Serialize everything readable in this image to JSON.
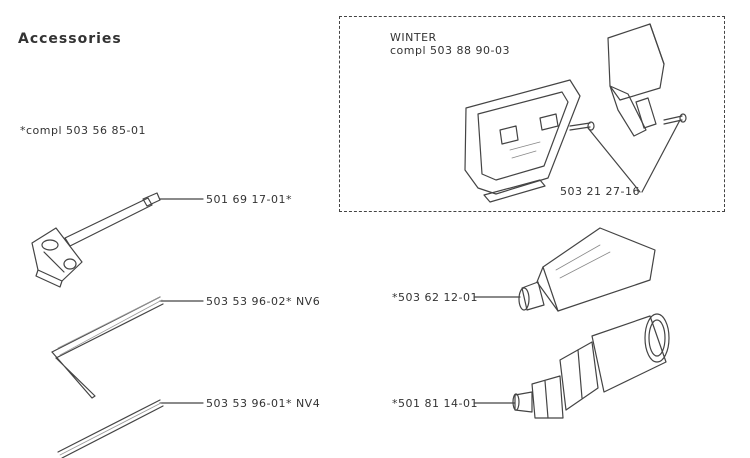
{
  "title": "Accessories",
  "kit_note": "*compl 503 56 85-01",
  "winter": {
    "heading": "WINTER",
    "kit": "compl 503 88 90-03",
    "screw_part": "503 21 27-16"
  },
  "parts": [
    {
      "id": "combination-spanner",
      "number": "501 69 17-01*"
    },
    {
      "id": "hex-key-long",
      "number": "503 53 96-02* NV6"
    },
    {
      "id": "hex-key-short",
      "number": "503 53 96-01* NV4"
    },
    {
      "id": "grease-tube",
      "number": "*503 62 12-01"
    },
    {
      "id": "grease-gun",
      "number": "*501 81 14-01"
    }
  ]
}
